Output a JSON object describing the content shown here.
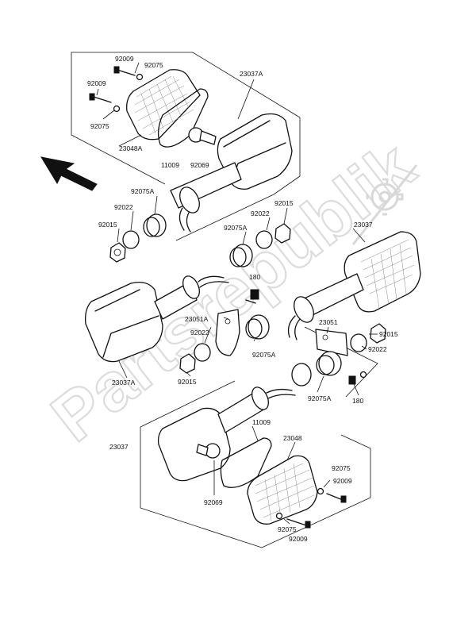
{
  "watermark": {
    "text": "Partsrepublik"
  },
  "labels": [
    {
      "id": "a1",
      "text": "92009"
    },
    {
      "id": "a2",
      "text": "92075"
    },
    {
      "id": "a3",
      "text": "92009"
    },
    {
      "id": "a4",
      "text": "92075"
    },
    {
      "id": "a5",
      "text": "23048A"
    },
    {
      "id": "a6",
      "text": "23037A"
    },
    {
      "id": "a7",
      "text": "11009"
    },
    {
      "id": "a8",
      "text": "92069"
    },
    {
      "id": "a9",
      "text": "92075A"
    },
    {
      "id": "a10",
      "text": "92022"
    },
    {
      "id": "a11",
      "text": "92015"
    },
    {
      "id": "a12",
      "text": "92022"
    },
    {
      "id": "a13",
      "text": "92015"
    },
    {
      "id": "a14",
      "text": "92075A"
    },
    {
      "id": "a15",
      "text": "23037"
    },
    {
      "id": "a16",
      "text": "180"
    },
    {
      "id": "a17",
      "text": "23051A"
    },
    {
      "id": "a18",
      "text": "92022"
    },
    {
      "id": "a19",
      "text": "23051"
    },
    {
      "id": "a20",
      "text": "92015"
    },
    {
      "id": "a21",
      "text": "92022"
    },
    {
      "id": "a22",
      "text": "92075A"
    },
    {
      "id": "a23",
      "text": "23037A"
    },
    {
      "id": "a24",
      "text": "92015"
    },
    {
      "id": "a25",
      "text": "92075A"
    },
    {
      "id": "a26",
      "text": "180"
    },
    {
      "id": "a27",
      "text": "11009"
    },
    {
      "id": "a28",
      "text": "23048"
    },
    {
      "id": "a29",
      "text": "23037"
    },
    {
      "id": "a30",
      "text": "92075"
    },
    {
      "id": "a31",
      "text": "92009"
    },
    {
      "id": "a32",
      "text": "92069"
    },
    {
      "id": "a33",
      "text": "92075"
    },
    {
      "id": "a34",
      "text": "92009"
    }
  ]
}
